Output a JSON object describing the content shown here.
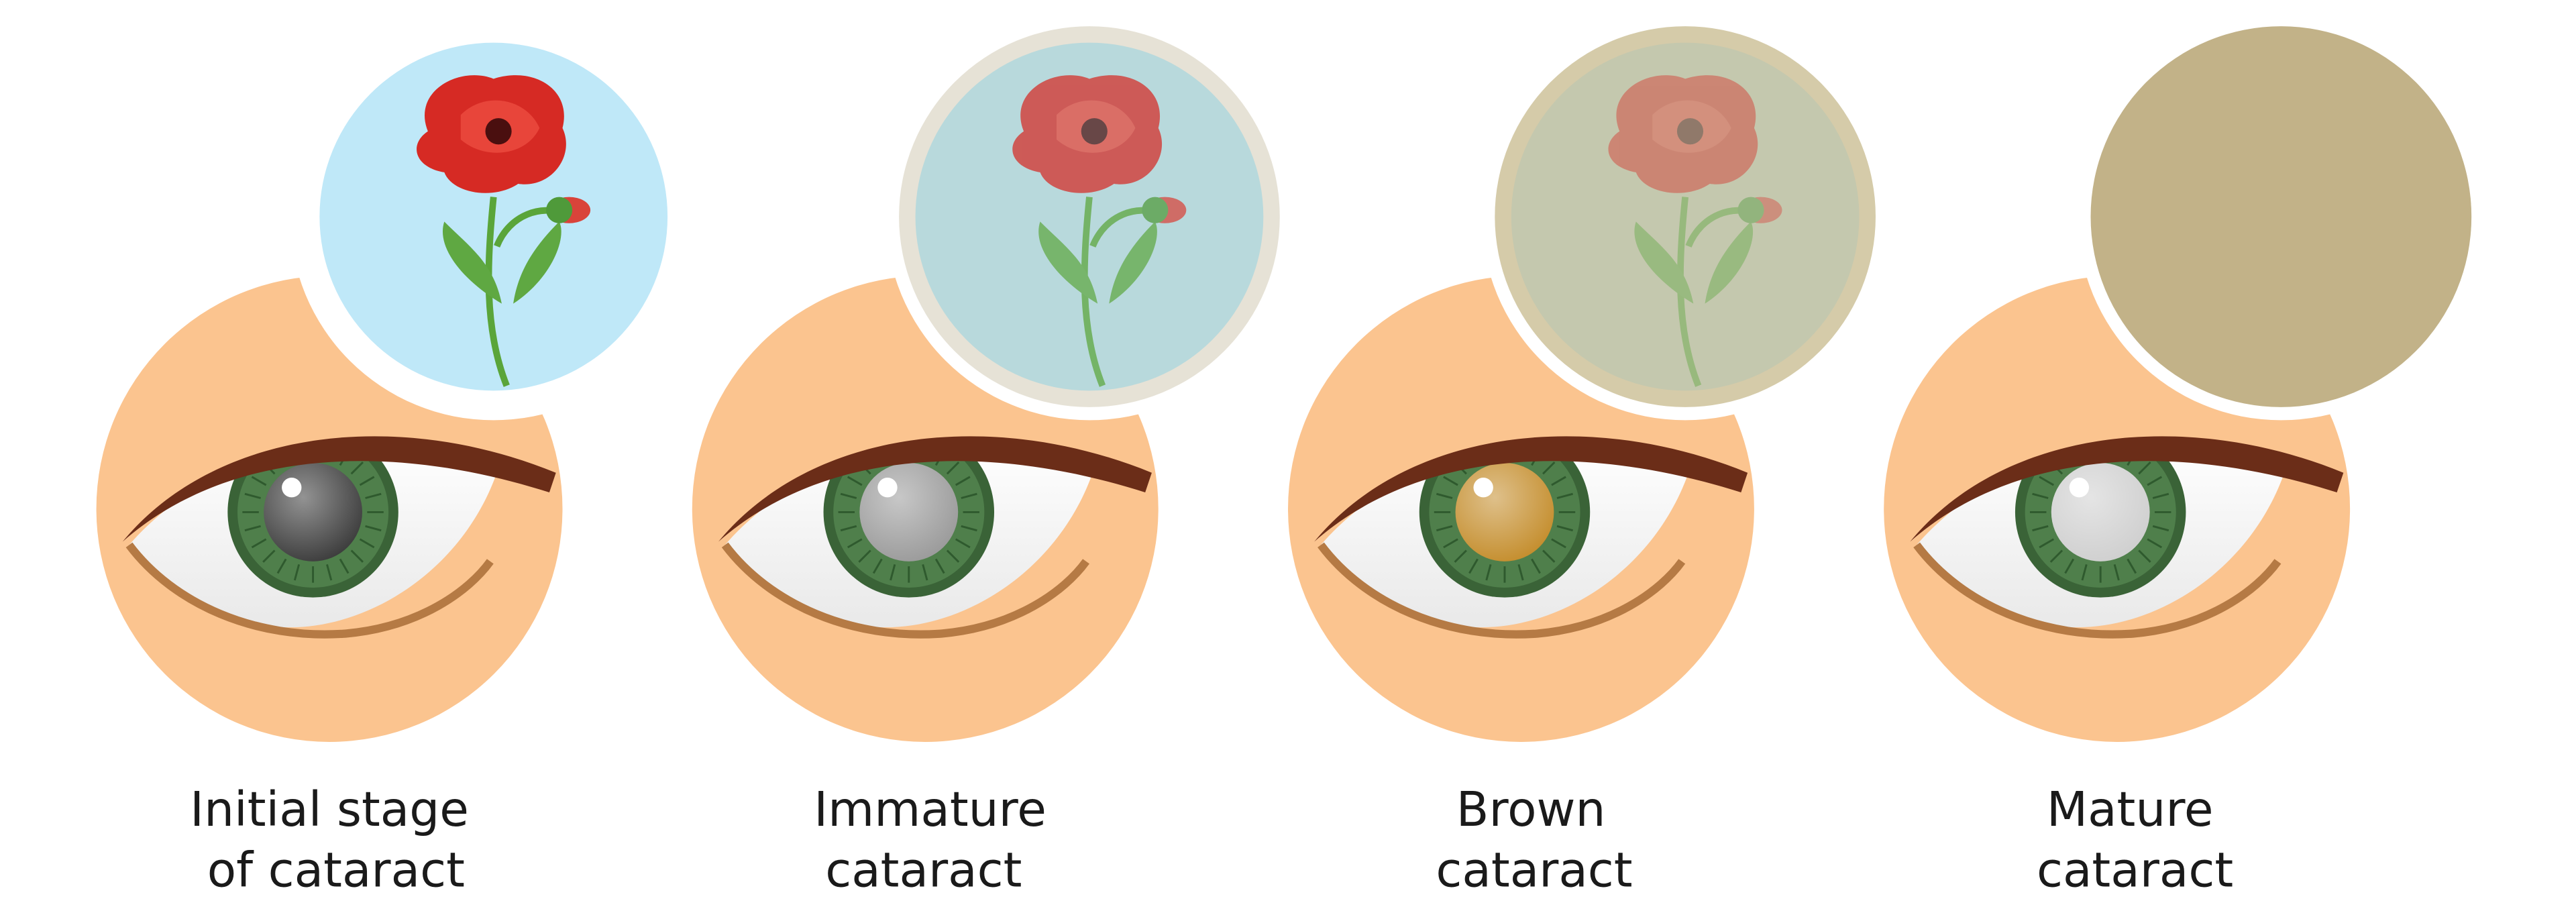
{
  "colors": {
    "skin": "#fbc48f",
    "eyelid": "#6b2d18",
    "lower_lid": "#b57a44",
    "iris": "#4f7f4b",
    "iris_ring": "#3a6337"
  },
  "stages": [
    {
      "label_line1": "Initial stage",
      "label_line2": "of cataract",
      "view_color": "#bfe8f8",
      "ring_color": "#ffffff",
      "lens_color": "#3b3b3b",
      "flower_visibility": 1.0
    },
    {
      "label_line1": "Immature",
      "label_line2": "cataract",
      "view_color": "#b8d9dc",
      "ring_color": "#e6e2d6",
      "lens_color": "#9a9a9a",
      "flower_visibility": 0.72
    },
    {
      "label_line1": "Brown",
      "label_line2": "cataract",
      "view_color": "#c4c8ae",
      "ring_color": "#d5cba9",
      "lens_color": "#c48d2c",
      "flower_visibility": 0.42
    },
    {
      "label_line1": "Mature",
      "label_line2": "cataract",
      "view_color": "#c2b288",
      "ring_color": "#c2b288",
      "lens_color": "#cfcfcf",
      "flower_visibility": 0.0
    }
  ]
}
